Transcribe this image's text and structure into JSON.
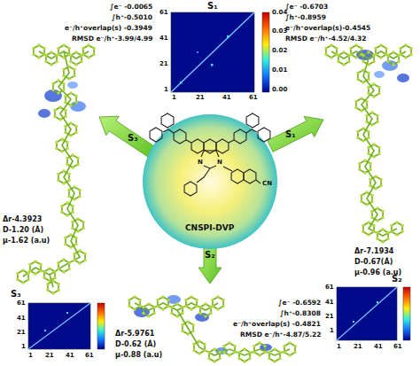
{
  "diagram": {
    "nodes": [
      {
        "text": [
          "CNSPI-DVP"
        ]
      }
    ],
    "labels": [
      "S₁",
      "61",
      "41",
      "21",
      "1",
      "1",
      "21",
      "41",
      "61",
      "0.04",
      "0.03",
      "0.02",
      "0.01",
      "0.00",
      "∫e⁻ -0.0065",
      "∫h⁺-0.5010",
      "e⁻/h⁺overlap(s) -0.3949",
      "RMSD e⁻/h⁺-3.99/4.99",
      "∫e⁻ -0.6703",
      "∫h⁺-0.8959",
      "e⁻/h⁺overlap(s)-0.4545",
      "RMSD e⁻/h⁺-4.52/4.32",
      "Δr-4.3923",
      "D-1.20 (Å)",
      "μ-1.62 (a.u)",
      "S₃",
      "61",
      "41",
      "21",
      "1",
      "1",
      "21",
      "41",
      "61",
      "Δr-5.9761",
      "D-0.62 (Å)",
      "μ-0.88 (a.u)",
      "Δr-7.1934",
      "D-0.67(Å)",
      "μ-0.96 (a.u)",
      "S₂",
      "61",
      "41",
      "21",
      "1",
      "1",
      "21",
      "41",
      "61",
      "∫e⁻ -0.6592",
      "∫h⁺-0.8308",
      "e⁻/h⁺overlap(s) -0.4821",
      "RMSD e⁻/h⁺-4.87/5.22",
      "S₃",
      "S₁",
      "S₂",
      "N",
      "N",
      "CN"
    ]
  }
}
